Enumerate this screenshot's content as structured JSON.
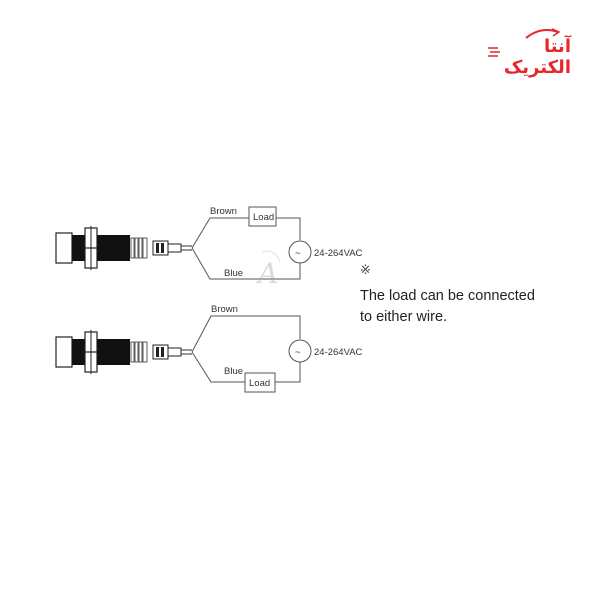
{
  "logo": {
    "text": "آنتا الکتریک",
    "color": "#e8262a"
  },
  "diagrams": [
    {
      "wire_top_label": "Brown",
      "wire_bottom_label": "Blue",
      "load_label": "Load",
      "load_position": "brown",
      "supply_symbol": "~",
      "supply_label": "24-264VAC"
    },
    {
      "wire_top_label": "Brown",
      "wire_bottom_label": "Blue",
      "load_label": "Load",
      "load_position": "blue",
      "supply_symbol": "~",
      "supply_label": "24-264VAC"
    }
  ],
  "note": {
    "mark": "※",
    "line1": "The load can be connected",
    "line2": "to either wire."
  },
  "watermark": "A"
}
